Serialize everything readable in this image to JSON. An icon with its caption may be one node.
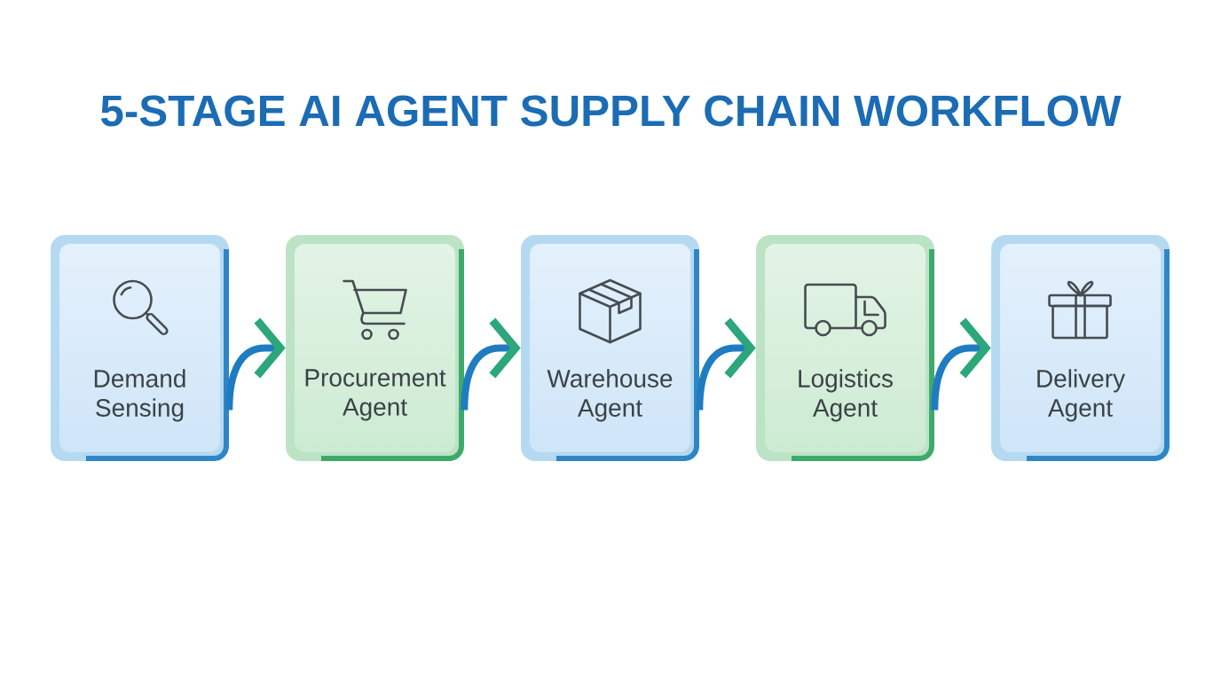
{
  "diagram": {
    "title": "5-STAGE AI AGENT SUPPLY CHAIN WORKFLOW",
    "nodes": [
      {
        "text": [
          "Demand Sensing"
        ]
      },
      {
        "text": [
          "Procurement Agent"
        ]
      },
      {
        "text": [
          "Warehouse Agent"
        ]
      },
      {
        "text": [
          "Logistics Agent"
        ]
      },
      {
        "text": [
          "Delivery Agent"
        ]
      }
    ],
    "edges": [
      {
        "from": 0,
        "to": 1,
        "arrow": "to"
      },
      {
        "from": 1,
        "to": 2,
        "arrow": "to"
      },
      {
        "from": 2,
        "to": 3,
        "arrow": "to"
      },
      {
        "from": 3,
        "to": 4,
        "arrow": "to"
      }
    ]
  }
}
